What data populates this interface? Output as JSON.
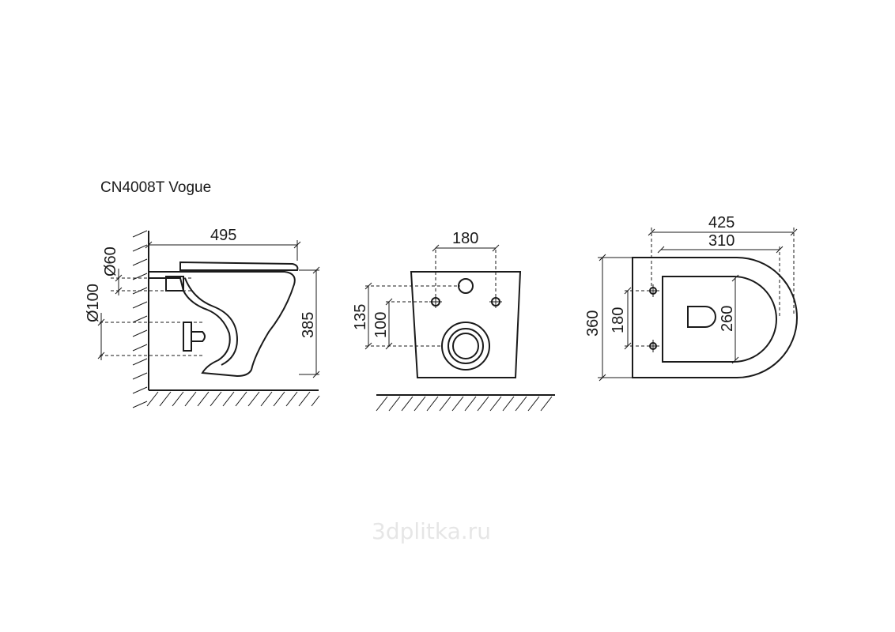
{
  "title": "CN4008T Vogue",
  "watermark": "3dplitka.ru",
  "side_view": {
    "dim_length": "495",
    "dim_height": "385",
    "dim_pipe_small": "Ø60",
    "dim_pipe_large": "Ø100"
  },
  "back_view": {
    "dim_bolt_spacing": "180",
    "dim_outlet_height": "135",
    "dim_bolt_height": "100"
  },
  "top_view": {
    "dim_overall_width": "425",
    "dim_inner_width": "310",
    "dim_overall_depth": "360",
    "dim_bolt_spacing": "180",
    "dim_bowl_width": "260"
  },
  "colors": {
    "line": "#1a1a1a",
    "watermark": "#e6e6e6"
  }
}
